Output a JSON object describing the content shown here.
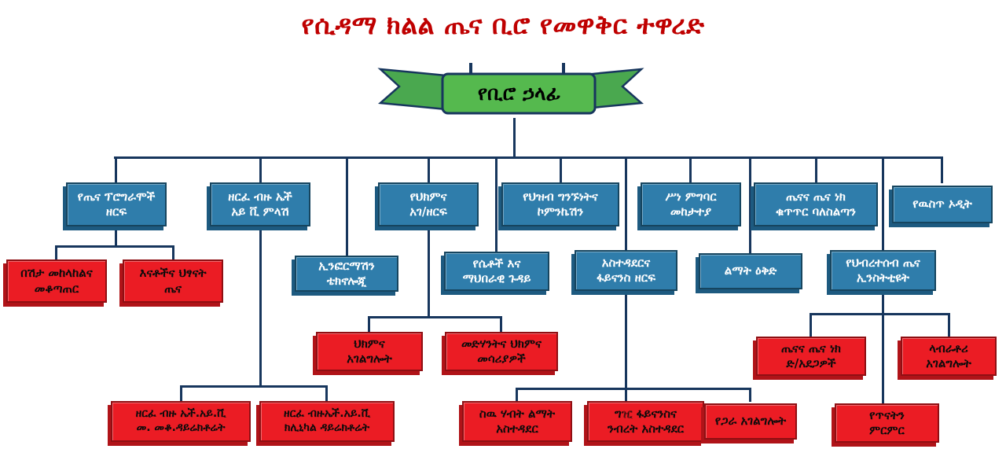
{
  "title": "የሲዳማ ክልል ጤና ቢሮ የመዋቅር ተዋረድ",
  "ribbon": {
    "label": "የቢሮ ኃላፊ"
  },
  "colors": {
    "title_red": "#BF0000",
    "box_blue": "#2F7DAB",
    "box_red": "#EB1C24",
    "connector_navy": "#17365D",
    "ribbon_green": "#55B94E"
  },
  "nodes": {
    "health_programs_wing": {
      "label": "የጤና ፕሮግራሞች\nዘርፍ"
    },
    "multisector_hiv_response": {
      "label": "ዘርፈ ብዙ ኤች\nአይ ቪ ምላሽ"
    },
    "medical_services_wing": {
      "label": "የህክምና\nአገ/ዘርፍ"
    },
    "public_relations_communication": {
      "label": "የህዝብ ግንኙነትና\nኮምንኬሽን"
    },
    "ethics_monitoring": {
      "label": "ሥነ ምግባር\nመከታተያ"
    },
    "health_regulatory_authority": {
      "label": "ጤናና ጤና ነክ\nቁጥጥር ባለስልጣን"
    },
    "internal_audit": {
      "label": "የዉስጥ ኦዲት"
    },
    "information_technology": {
      "label": "ኢንፎርማሽን\nቴክኖሎጂ"
    },
    "women_social_affairs": {
      "label": "የሴቶች እና\nማህበራዊ ጉዳይ"
    },
    "admin_finance_wing": {
      "label": "አስተዳደርና\nፋይናንስ ዘርፍ"
    },
    "development_plan": {
      "label": "ልማት ዕቅድ"
    },
    "public_health_institute": {
      "label": "የህብረተሰብ ጤና\nኢንስትቲዩት"
    },
    "disease_prevention_control": {
      "label": "በሽታ መከላከልና\nመቆጣጠር"
    },
    "maternal_child_health": {
      "label": "እናቶችና ህፃናት\nጤና"
    },
    "medical_service": {
      "label": "ህክምና\nአገልግሎት"
    },
    "medicines_medical_supplies": {
      "label": "መድሃንትና ህክምና\nመሳሪያዎች"
    },
    "health_emergencies": {
      "label": "ጤናና ጤና ነክ\nድ/አደጋዎች"
    },
    "laboratory_service": {
      "label": "ላብራቶሪ\nአገልግሎት"
    },
    "hiv_mainstreaming_directorate": {
      "label": "ዘርፈ ብዙ ኤች.አይ.ቪ\nመ. መቆ.ዳይሬክቶሬት"
    },
    "hiv_clinical_directorate": {
      "label": "ዘርፈ ብዙኤች.አይ.ቪ\nክሊኒካል ዳይሬክቶሬት"
    },
    "human_resource_dev_admin": {
      "label": "ስዉ ሃብት ልማት\nአስተዳደር"
    },
    "procurement_finance_property": {
      "label": "ግዢ ፋይናንስና\nንብረት አስተዳደር"
    },
    "shared_services": {
      "label": "የጋራ አገልግሎት"
    },
    "research_study": {
      "label": "የጥናትን\nምርምር"
    }
  },
  "edges": [
    [
      "bureau_head",
      "health_programs_wing"
    ],
    [
      "bureau_head",
      "multisector_hiv_response"
    ],
    [
      "bureau_head",
      "information_technology"
    ],
    [
      "bureau_head",
      "medical_services_wing"
    ],
    [
      "bureau_head",
      "women_social_affairs"
    ],
    [
      "bureau_head",
      "public_relations_communication"
    ],
    [
      "bureau_head",
      "admin_finance_wing"
    ],
    [
      "bureau_head",
      "ethics_monitoring"
    ],
    [
      "bureau_head",
      "development_plan"
    ],
    [
      "bureau_head",
      "health_regulatory_authority"
    ],
    [
      "bureau_head",
      "public_health_institute"
    ],
    [
      "bureau_head",
      "internal_audit"
    ],
    [
      "health_programs_wing",
      "disease_prevention_control"
    ],
    [
      "health_programs_wing",
      "maternal_child_health"
    ],
    [
      "multisector_hiv_response",
      "hiv_mainstreaming_directorate"
    ],
    [
      "multisector_hiv_response",
      "hiv_clinical_directorate"
    ],
    [
      "medical_services_wing",
      "medical_service"
    ],
    [
      "medical_services_wing",
      "medicines_medical_supplies"
    ],
    [
      "admin_finance_wing",
      "human_resource_dev_admin"
    ],
    [
      "admin_finance_wing",
      "procurement_finance_property"
    ],
    [
      "admin_finance_wing",
      "shared_services"
    ],
    [
      "public_health_institute",
      "health_emergencies"
    ],
    [
      "public_health_institute",
      "laboratory_service"
    ],
    [
      "public_health_institute",
      "research_study"
    ]
  ]
}
